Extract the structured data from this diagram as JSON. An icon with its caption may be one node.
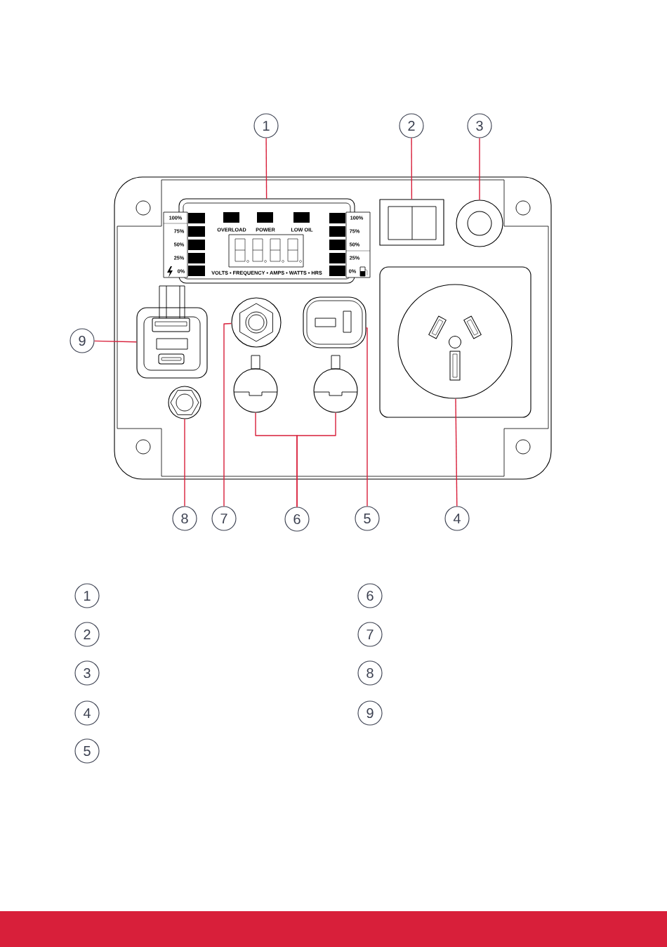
{
  "diagram": {
    "nodes": [
      {
        "text": [
          "1"
        ]
      },
      {
        "text": [
          "2"
        ]
      },
      {
        "text": [
          "3"
        ]
      },
      {
        "text": [
          "9"
        ]
      },
      {
        "text": [
          "8"
        ]
      },
      {
        "text": [
          "7"
        ]
      },
      {
        "text": [
          "6"
        ]
      },
      {
        "text": [
          "5"
        ]
      },
      {
        "text": [
          "4"
        ]
      },
      {
        "text": [
          "100%",
          "75%",
          "50%",
          "25%",
          "0%",
          "OVERLOAD",
          "POWER",
          "LOW OIL",
          "100%",
          "75%",
          "50%",
          "25%",
          "0%",
          "VOLTS • FREQUENCY • AMPS • WATTS • HRS"
        ]
      },
      {
        "text": [],
        "shape": "box"
      },
      {
        "text": [],
        "shape": "circle"
      },
      {
        "text": [],
        "shape": "circle"
      },
      {
        "text": [],
        "shape": "box"
      },
      {
        "text": [],
        "shape": "circle"
      },
      {
        "text": [],
        "shape": "circle"
      },
      {
        "text": [],
        "shape": "circle"
      },
      {
        "text": [],
        "shape": "circle"
      },
      {
        "text": [],
        "shape": "box"
      },
      {
        "text": [
          "1"
        ]
      },
      {
        "text": [
          "2"
        ]
      },
      {
        "text": [
          "3"
        ]
      },
      {
        "text": [
          "4"
        ]
      },
      {
        "text": [
          "5"
        ]
      },
      {
        "text": [
          "6"
        ]
      },
      {
        "text": [
          "7"
        ]
      },
      {
        "text": [
          "8"
        ]
      },
      {
        "text": [
          "9"
        ]
      }
    ],
    "edges": [
      {
        "from": 0,
        "to": 9,
        "arrow": "none"
      },
      {
        "from": 1,
        "to": 10,
        "arrow": "none"
      },
      {
        "from": 2,
        "to": 11,
        "arrow": "none"
      },
      {
        "from": 3,
        "to": 18,
        "arrow": "none"
      },
      {
        "from": 4,
        "to": 17,
        "arrow": "none"
      },
      {
        "from": 5,
        "to": 16,
        "arrow": "none"
      },
      {
        "from": 6,
        "to": 14,
        "arrow": "none"
      },
      {
        "from": 6,
        "to": 15,
        "arrow": "none"
      },
      {
        "from": 7,
        "to": 13,
        "arrow": "none"
      },
      {
        "from": 8,
        "to": 12,
        "arrow": "none"
      }
    ]
  }
}
